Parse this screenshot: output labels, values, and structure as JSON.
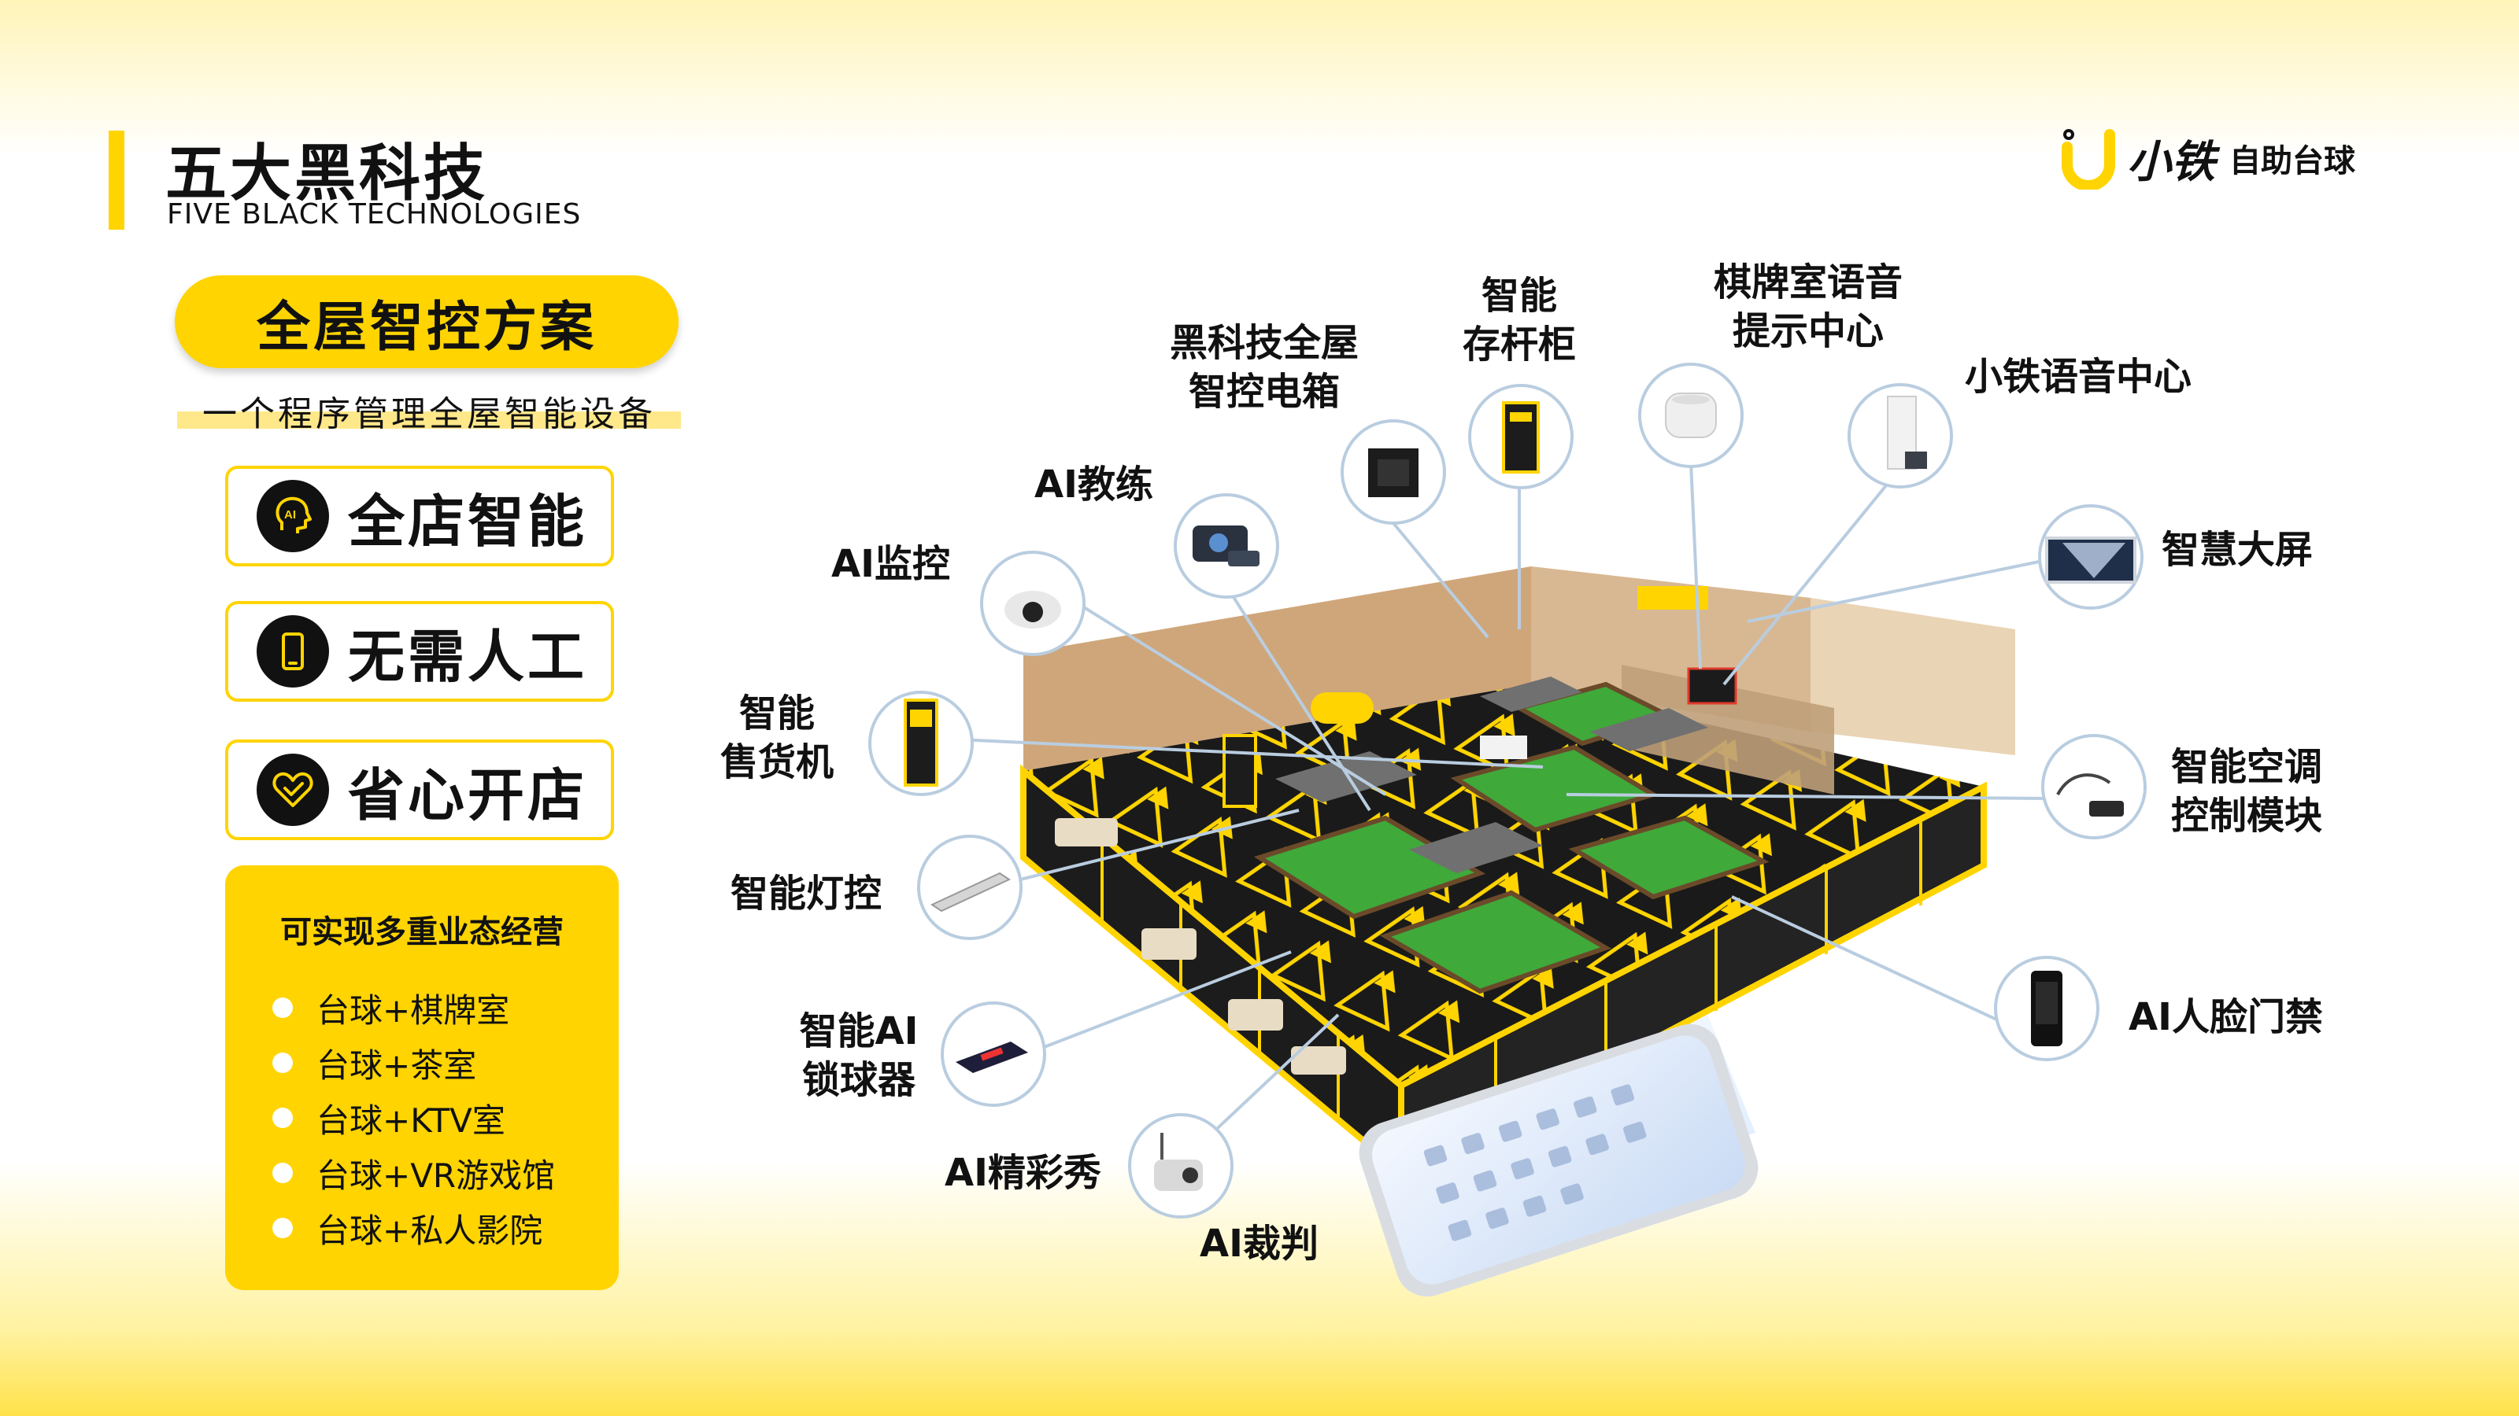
{
  "header": {
    "title_cn": "五大黑科技",
    "title_en": "FIVE BLACK TECHNOLOGIES"
  },
  "brand": {
    "name": "小铁",
    "sub": "自助台球"
  },
  "solution": {
    "pill": "全屋智控方案",
    "subtitle": "一个程序管理全屋智能设备"
  },
  "features": [
    {
      "label": "全店智能",
      "icon": "ai-head-icon"
    },
    {
      "label": "无需人工",
      "icon": "phone-icon"
    },
    {
      "label": "省心开店",
      "icon": "heart-check-icon"
    }
  ],
  "business": {
    "title": "可实现多重业态经营",
    "items": [
      "台球+棋牌室",
      "台球+茶室",
      "台球+KTV室",
      "台球+VR游戏馆",
      "台球+私人影院"
    ]
  },
  "devices": {
    "ai_monitor": "AI监控",
    "ai_coach": "AI教练",
    "power_box_1": "黑科技全屋",
    "power_box_2": "智控电箱",
    "cue_cabinet_1": "智能",
    "cue_cabinet_2": "存杆柜",
    "voice_prompt_1": "棋牌室语音",
    "voice_prompt_2": "提示中心",
    "voice_center": "小铁语音中心",
    "smart_screen": "智慧大屏",
    "vending_1": "智能",
    "vending_2": "售货机",
    "light_control": "智能灯控",
    "ac_module_1": "智能空调",
    "ac_module_2": "控制模块",
    "ball_lock_1": "智能AI",
    "ball_lock_2": "锁球器",
    "face_access": "AI人脸门禁",
    "highlight": "AI精彩秀",
    "referee": "AI裁判"
  },
  "colors": {
    "accent": "#ffd400",
    "text": "#111111",
    "table_green": "#3fa93a",
    "connector": "#b9cde0"
  }
}
